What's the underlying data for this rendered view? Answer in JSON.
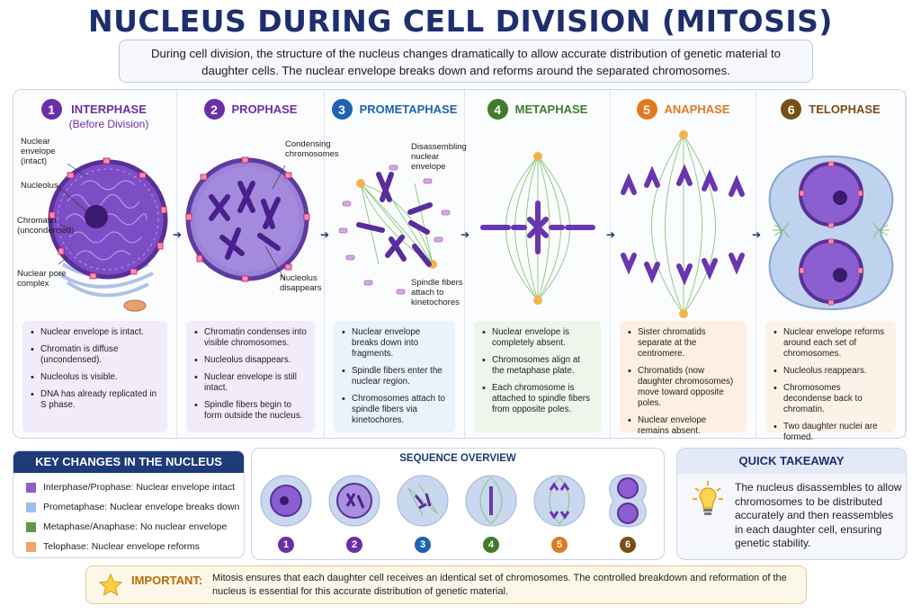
{
  "title": "NUCLEUS DURING CELL DIVISION (MITOSIS)",
  "intro": "During cell division, the structure of the nucleus changes dramatically to allow accurate distribution of genetic material to daughter cells. The nuclear envelope breaks down and reforms around the separated chromosomes.",
  "colors": {
    "interphase": "#6b2fa5",
    "prophase": "#6b2fa5",
    "prometaphase": "#1f63b3",
    "metaphase": "#3f7d2b",
    "anaphase": "#e07a1f",
    "telophase": "#7a4e17",
    "navy": "#1e2f6e"
  },
  "phases": [
    {
      "num": "1",
      "name": "INTERPHASE",
      "sub": "(Before Division)",
      "labels": [
        "Nuclear envelope (intact)",
        "Nucleolus",
        "Chromatin (uncondensed)",
        "Nuclear pore complex"
      ],
      "bullets": [
        "Nuclear envelope is intact.",
        "Chromatin is diffuse (uncondensed).",
        "Nucleolus is visible.",
        "DNA has already replicated in S phase."
      ]
    },
    {
      "num": "2",
      "name": "PROPHASE",
      "sub": "",
      "labels": [
        "Condensing chromosomes",
        "Nucleolus disappears"
      ],
      "bullets": [
        "Chromatin condenses into visible chromosomes.",
        "Nucleolus disappears.",
        "Nuclear envelope is still intact.",
        "Spindle fibers begin to form outside the nucleus."
      ]
    },
    {
      "num": "3",
      "name": "PROMETAPHASE",
      "sub": "",
      "labels": [
        "Disassembling nuclear envelope",
        "Spindle fibers attach to kinetochores"
      ],
      "bullets": [
        "Nuclear envelope breaks down into fragments.",
        "Spindle fibers enter the nuclear region.",
        "Chromosomes attach to spindle fibers via kinetochores."
      ]
    },
    {
      "num": "4",
      "name": "METAPHASE",
      "sub": "",
      "labels": [],
      "bullets": [
        "Nuclear envelope is completely absent.",
        "Chromosomes align at the metaphase plate.",
        "Each chromosome is attached to spindle fibers from opposite poles."
      ]
    },
    {
      "num": "5",
      "name": "ANAPHASE",
      "sub": "",
      "labels": [],
      "bullets": [
        "Sister chromatids separate at the centromere.",
        "Chromatids (now daughter chromosomes) move toward opposite poles.",
        "Nuclear envelope remains absent."
      ]
    },
    {
      "num": "6",
      "name": "TELOPHASE",
      "sub": "",
      "labels": [],
      "bullets": [
        "Nuclear envelope reforms around each set of chromosomes.",
        "Nucleolus reappears.",
        "Chromosomes decondense back to chromatin.",
        "Two daughter nuclei are formed."
      ]
    }
  ],
  "key": {
    "title": "KEY CHANGES IN THE NUCLEUS",
    "items": [
      {
        "label": "Interphase/Prophase: Nuclear envelope intact",
        "color": "#8e5fc4"
      },
      {
        "label": "Prometaphase: Nuclear envelope breaks down",
        "color": "#9cc0ea"
      },
      {
        "label": "Metaphase/Anaphase: No nuclear envelope",
        "color": "#5f9a45"
      },
      {
        "label": "Telophase: Nuclear envelope reforms",
        "color": "#f0a36a"
      }
    ]
  },
  "sequence": {
    "title": "SEQUENCE OVERVIEW",
    "nums": [
      "1",
      "2",
      "3",
      "4",
      "5",
      "6"
    ]
  },
  "takeaway": {
    "title": "QUICK TAKEAWAY",
    "text": "The nucleus disassembles to allow chromosomes to be distributed accurately and then reassembles in each daughter cell, ensuring genetic stability.",
    "icon": "lightbulb-icon"
  },
  "important": {
    "label": "IMPORTANT:",
    "text": "Mitosis ensures that each daughter cell receives an identical set of chromosomes. The controlled breakdown and reformation of the nucleus is essential for this accurate distribution of genetic material.",
    "icon": "star-icon"
  }
}
